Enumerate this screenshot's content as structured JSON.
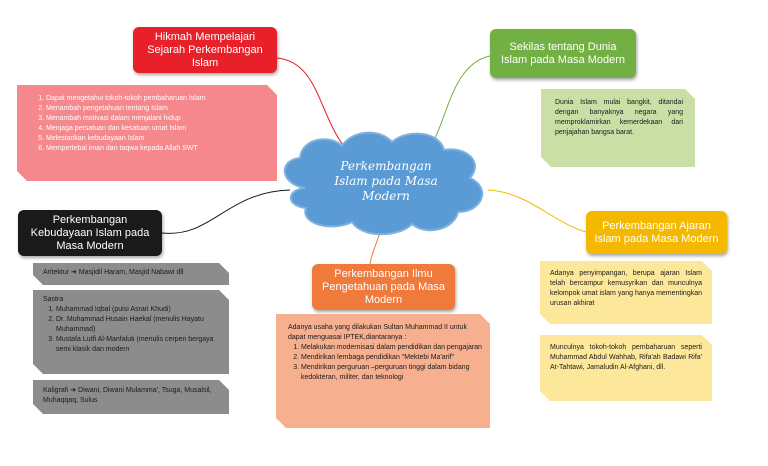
{
  "center": {
    "line1": "Perkembangan",
    "line2": "Islam pada Masa",
    "line3": "Modern"
  },
  "topics": {
    "hikmah": {
      "line1": "Hikmah Mempelajari",
      "line2": "Sejarah Perkembangan",
      "line3": "Islam"
    },
    "sekilas": {
      "line1": "Sekilas tentang Dunia",
      "line2": "Islam pada Masa Modern"
    },
    "kebudayaan": {
      "line1": "Perkembangan",
      "line2": "Kebudayaan Islam pada",
      "line3": "Masa Modern"
    },
    "ilmu": {
      "line1": "Perkembangan Ilmu",
      "line2": "Pengetahuan pada Masa",
      "line3": "Modern"
    },
    "ajaran": {
      "line1": "Perkembangan Ajaran",
      "line2": "Islam pada Masa Modern"
    }
  },
  "hikmah_list": [
    "Dapat mengetahui tokoh-tokoh pembaharuan Islam",
    "Menambah pengetahuan tentang Islam",
    "Menambah motivasi dalam menjalani hidup",
    "Menjaga persatuan dan kesatuan umat Islam",
    "Melestarikan kebudayaan Islam",
    "Mempertebal iman dan taqwa kepada Allah SWT"
  ],
  "sekilas_note": "Dunia Islam mulai bangkit, ditandai dengan banyaknya negara yang memproklamirkan kemerdekaan dari penjajahan bangsa barat.",
  "arsitektur_note": "Aritektur ➔ Masjidil Haram, Masjid Nabawi dll",
  "sastra": {
    "heading": "Sastra",
    "items": [
      "Muhammad Iqbal (puisi Asrari Khudi)",
      "Dr. Muhammad Husain Haekal (menulis Hayatu Muhammad)",
      "Mustafa Lutfi Al-Manfaluti (menulis cerpen bergaya semi klasik dan modern"
    ]
  },
  "kaligrafi_note": "Kaligrafi ➔ Diwani, Diwani Mulamma', Tsuga, Musalsil, Muhaqqaq, Sulus",
  "ilmu_note": {
    "intro": "Adanya usaha yang dilakukan Sultan Muhammad II untuk dapat menguasai IPTEK,diantaranya :",
    "items": [
      "Melakukan modernisasi dalam pendidikan dan pengajaran",
      "Mendirikan lembaga pendidikan \"Mektebi Ma'arif\"",
      "Mendirikan perguruan –perguruan tinggi dalam bidang kedokteran, militer, dan teknologi"
    ]
  },
  "ajaran_note1": "Adanya penyimpangan, berupa ajaran Islam telah bercampur kemusyrikan dan munculnya kelompok umat islam yang hanya mementingkan urusan akhirat",
  "ajaran_note2": "Munculnya tokoh-tokoh pembaharuan seperti Muhammad Abdul Wahhab, Rifa'ah Badawi Rifa' At-Tahtawi, Jamaludin Al-Afghani, dll.",
  "colors": {
    "red": "#e8202a",
    "green": "#72b043",
    "black": "#1a1a1a",
    "orange": "#f07a3c",
    "yellow": "#f5b800",
    "blue": "#5b9bd5",
    "pink": "#f4888c",
    "light_green": "#c9dfa6",
    "gray": "#8c8c8c",
    "salmon": "#f6b08f",
    "light_yellow": "#fde79a"
  }
}
